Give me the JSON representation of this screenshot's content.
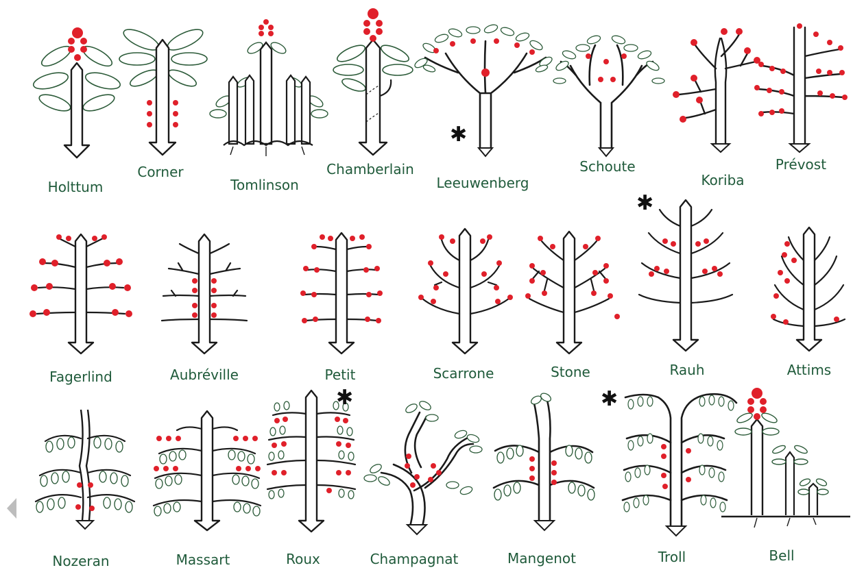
{
  "figure": {
    "colors": {
      "outline": "#1a1a1a",
      "leaf_fill": "#ffffff",
      "leaf_stroke": "#2b5a38",
      "fruit": "#e0202a",
      "label": "#1f5a3a",
      "star": "#111111",
      "nav": "#bdbdbd"
    },
    "star_symbol": "✱",
    "rows": [
      [
        {
          "name": "Holttum"
        },
        {
          "name": "Corner"
        },
        {
          "name": "Tomlinson"
        },
        {
          "name": "Chamberlain"
        },
        {
          "name": "Leeuwenberg",
          "starred": true
        },
        {
          "name": "Schoute"
        },
        {
          "name": "Koriba"
        },
        {
          "name": "Prévost"
        }
      ],
      [
        {
          "name": "Fagerlind"
        },
        {
          "name": "Aubréville"
        },
        {
          "name": "Petit"
        },
        {
          "name": "Scarrone"
        },
        {
          "name": "Stone"
        },
        {
          "name": "Rauh",
          "starred": true
        },
        {
          "name": "Attims"
        }
      ],
      [
        {
          "name": "Nozeran"
        },
        {
          "name": "Massart"
        },
        {
          "name": "Roux",
          "starred": true
        },
        {
          "name": "Champagnat"
        },
        {
          "name": "Mangenot"
        },
        {
          "name": "Troll",
          "starred": true
        },
        {
          "name": "Bell"
        }
      ]
    ]
  },
  "navigation": {
    "prev_icon": "chevron-left-icon"
  }
}
